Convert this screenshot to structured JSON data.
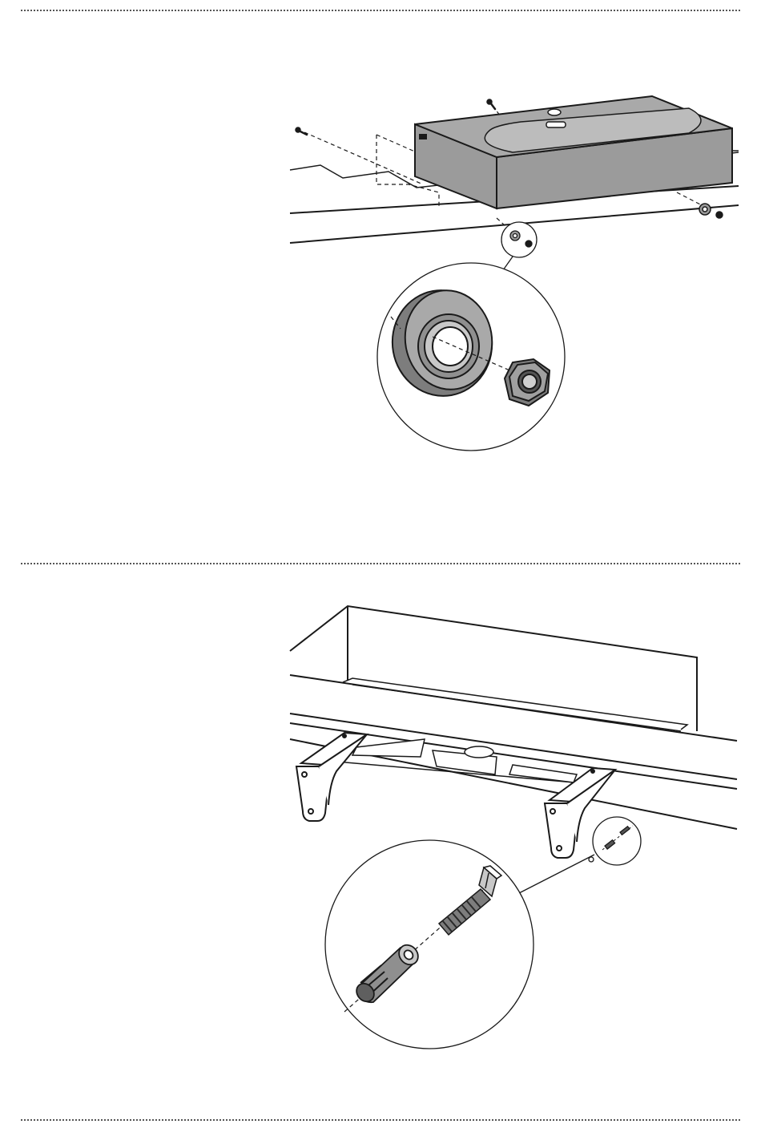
{
  "page": {
    "background": "#ffffff",
    "line_color": "#1a1a1a",
    "basin_fill": "#9b9b9b",
    "basin_top_fill": "#a9a9a9",
    "basin_bowl_fill": "#bcbcbc",
    "part_fill": "#8f8f8f",
    "part_light_fill": "#c8c8c8"
  },
  "dividers": [
    {
      "name": "top-divider-line"
    },
    {
      "name": "middle-divider-line"
    },
    {
      "name": "bottom-divider-line"
    }
  ],
  "steps": [
    {
      "id": "basin-mounting-step",
      "detail_callout": "washer-and-nut-detail",
      "parts_shown": [
        "screw",
        "washer",
        "hex-nut"
      ]
    },
    {
      "id": "bracket-mounting-step",
      "detail_callout": "wall-plug-and-screw-detail",
      "parts_shown": [
        "wall-bracket",
        "wall-bracket",
        "wall-plug",
        "screw"
      ]
    }
  ]
}
